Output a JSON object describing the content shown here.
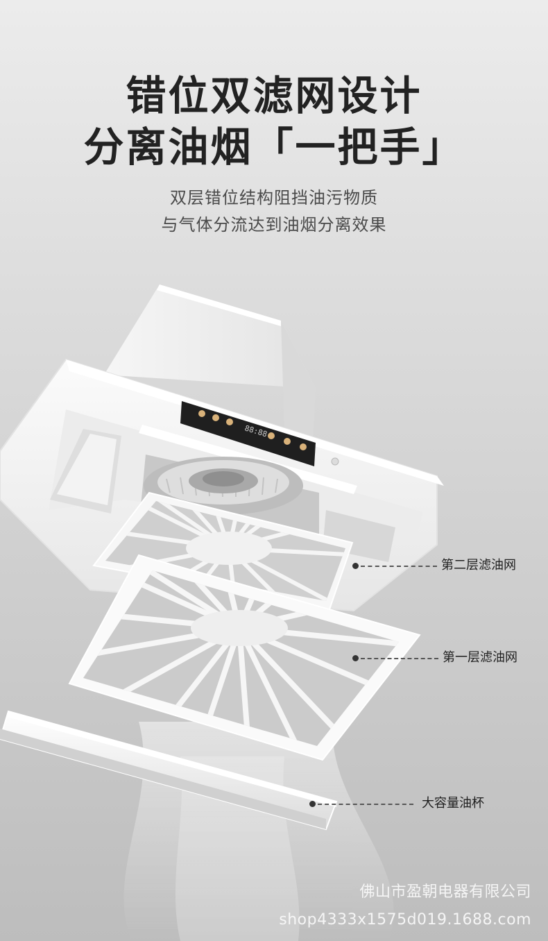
{
  "headline": {
    "line1": "错位双滤网设计",
    "line2": "分离油烟「一把手」"
  },
  "subheadline": {
    "line1": "双层错位结构阻挡油污物质",
    "line2": "与气体分流达到油烟分离效果"
  },
  "callouts": [
    {
      "label": "第二层滤油网"
    },
    {
      "label": "第一层滤油网"
    },
    {
      "label": "大容量油杯"
    }
  ],
  "watermark": {
    "company": "佛山市盈朝电器有限公司",
    "url": "shop4333x1575d019.1688.com"
  },
  "control_panel": {
    "display": "88:88"
  },
  "colors": {
    "background_top": "#ececec",
    "background_bottom": "#bdbdbd",
    "headline": "#222222",
    "body_text": "#4a4a4a"
  }
}
